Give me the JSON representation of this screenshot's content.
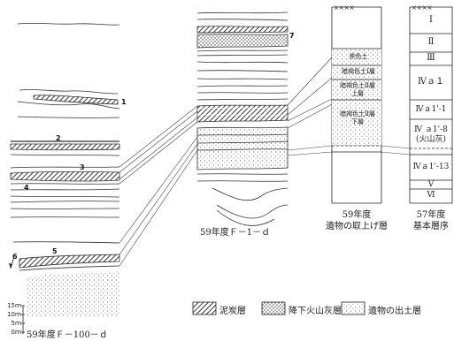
{
  "labels": {
    "n1": "1",
    "n2": "2",
    "n3": "3",
    "n4": "4",
    "n5": "5",
    "n6": "6",
    "n7": "7",
    "left_title": "59年度Ｆ－100－ｄ",
    "mid_title": "59年度Ｆ－1－ｄ",
    "col1_title_1": "59年度",
    "col1_title_2": "遺物の取上げ層",
    "col2_title_1": "57年度",
    "col2_title_2": "基本層序",
    "scale_1": "15ｍ",
    "scale_2": "10ｍ",
    "scale_3": "5ｍ",
    "scale_4": "0ｍ"
  },
  "col1_layers": [
    "黒色土",
    "暗褐色土Ⅰ層",
    "暗褐色土Ⅱ層上層",
    "暗褐色土Ⅱ層下層"
  ],
  "col2_layers": [
    "Ⅰ",
    "Ⅱ",
    "Ⅲ",
    "Ⅳａ１",
    "Ⅳａ1'-1",
    "Ⅳ ａ1'-8",
    "(火山灰)",
    "Ⅳａ1'-13",
    "Ⅴ",
    "Ⅵ"
  ],
  "legend": {
    "peat": "泥炭層",
    "ash": "降下火山灰層",
    "artifact": "遺物の出土層"
  }
}
